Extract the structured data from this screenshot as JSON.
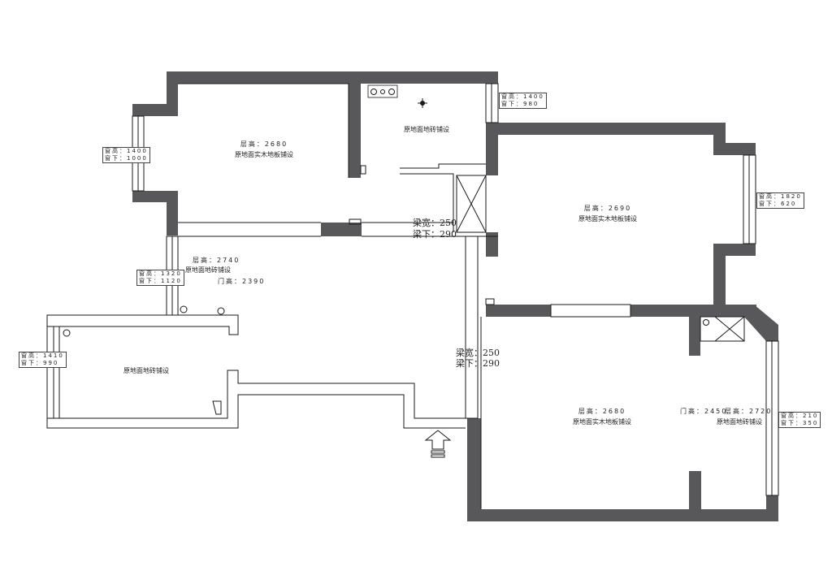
{
  "rooms": {
    "room_a": {
      "ceiling": "层高：2680",
      "floor": "原地面实木地板铺设"
    },
    "room_b": {
      "floor": "原地面地砖铺设"
    },
    "room_c": {
      "ceiling": "层高：2690",
      "floor": "原地面实木地板铺设"
    },
    "room_d": {
      "ceiling": "层高：2740",
      "floor": "原地面地砖铺设",
      "door": "门高：2390"
    },
    "room_e": {
      "floor": "原地面地砖铺设"
    },
    "room_f": {
      "ceiling": "层高：2680",
      "floor": "原地面实木地板铺设"
    },
    "room_g": {
      "door": "门高：2450",
      "ceiling": "层高：2720",
      "floor": "原地面地砖铺设"
    }
  },
  "beams": {
    "beam_1": {
      "width": "梁宽：250",
      "below": "梁下：290"
    },
    "beam_2": {
      "width": "梁宽：250",
      "below": "梁下：290"
    }
  },
  "windows": {
    "w1": {
      "height": "窗高：1400",
      "sill": "窗下：980"
    },
    "w2": {
      "height": "窗高：1400",
      "sill": "窗下：1000"
    },
    "w3": {
      "height": "窗高：1820",
      "sill": "窗下：620"
    },
    "w4": {
      "height": "窗高：1320",
      "sill": "窗下：1120"
    },
    "w5": {
      "height": "窗高：1410",
      "sill": "窗下：990"
    },
    "w6": {
      "height": "窗高：210",
      "sill": "窗下：350"
    }
  },
  "colors": {
    "wall": "#58585a",
    "line": "#1a1a1a",
    "background": "#ffffff"
  },
  "icons": {
    "entrance": "entrance-arrow-icon",
    "pipe": "pipe-icon",
    "lamp": "ceiling-light-icon",
    "shaft": "shaft-cross-icon"
  }
}
